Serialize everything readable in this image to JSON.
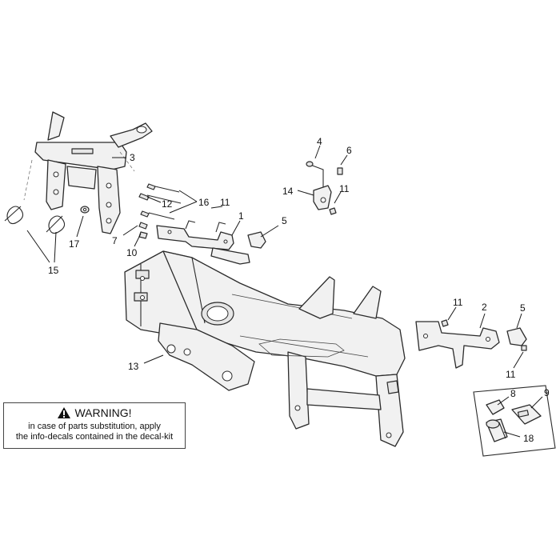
{
  "callouts": {
    "c1": "1",
    "c2": "2",
    "c3": "3",
    "c4": "4",
    "c5a": "5",
    "c5b": "5",
    "c6": "6",
    "c7": "7",
    "c8": "8",
    "c9": "9",
    "c10": "10",
    "c11a": "11",
    "c11b": "11",
    "c11c": "11",
    "c11d": "11",
    "c12": "12",
    "c13": "13",
    "c14": "14",
    "c15": "15",
    "c16": "16",
    "c17": "17",
    "c18": "18"
  },
  "warning": {
    "title": "WARNING!",
    "line1": "in case of parts substitution, apply",
    "line2": "the info-decals contained in the decal-kit",
    "icon": "warning-triangle-icon"
  }
}
